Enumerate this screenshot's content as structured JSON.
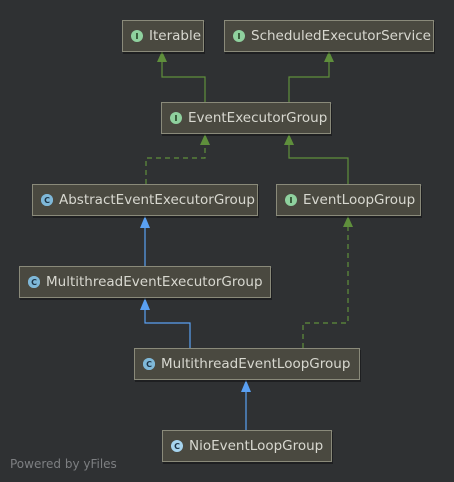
{
  "nodes": {
    "iterable": {
      "label": "Iterable",
      "kind": "interface",
      "badge": "I"
    },
    "scheduled": {
      "label": "ScheduledExecutorService",
      "kind": "interface",
      "badge": "I"
    },
    "eeg": {
      "label": "EventExecutorGroup",
      "kind": "interface",
      "badge": "I"
    },
    "aeeg": {
      "label": "AbstractEventExecutorGroup",
      "kind": "abstract",
      "badge": "C"
    },
    "elg": {
      "label": "EventLoopGroup",
      "kind": "interface",
      "badge": "I"
    },
    "meeg": {
      "label": "MultithreadEventExecutorGroup",
      "kind": "abstract",
      "badge": "C"
    },
    "melg": {
      "label": "MultithreadEventLoopGroup",
      "kind": "abstract",
      "badge": "C"
    },
    "nelg": {
      "label": "NioEventLoopGroup",
      "kind": "class",
      "badge": "C"
    }
  },
  "footer": "Powered by yFiles",
  "colors": {
    "background": "#2f3133",
    "extends_line": "#5aa0f2",
    "implements_line": "#5f8f3c",
    "node_fill": "#4a4940",
    "node_border": "#8a8a7a",
    "node_text": "#d8d8d0"
  }
}
